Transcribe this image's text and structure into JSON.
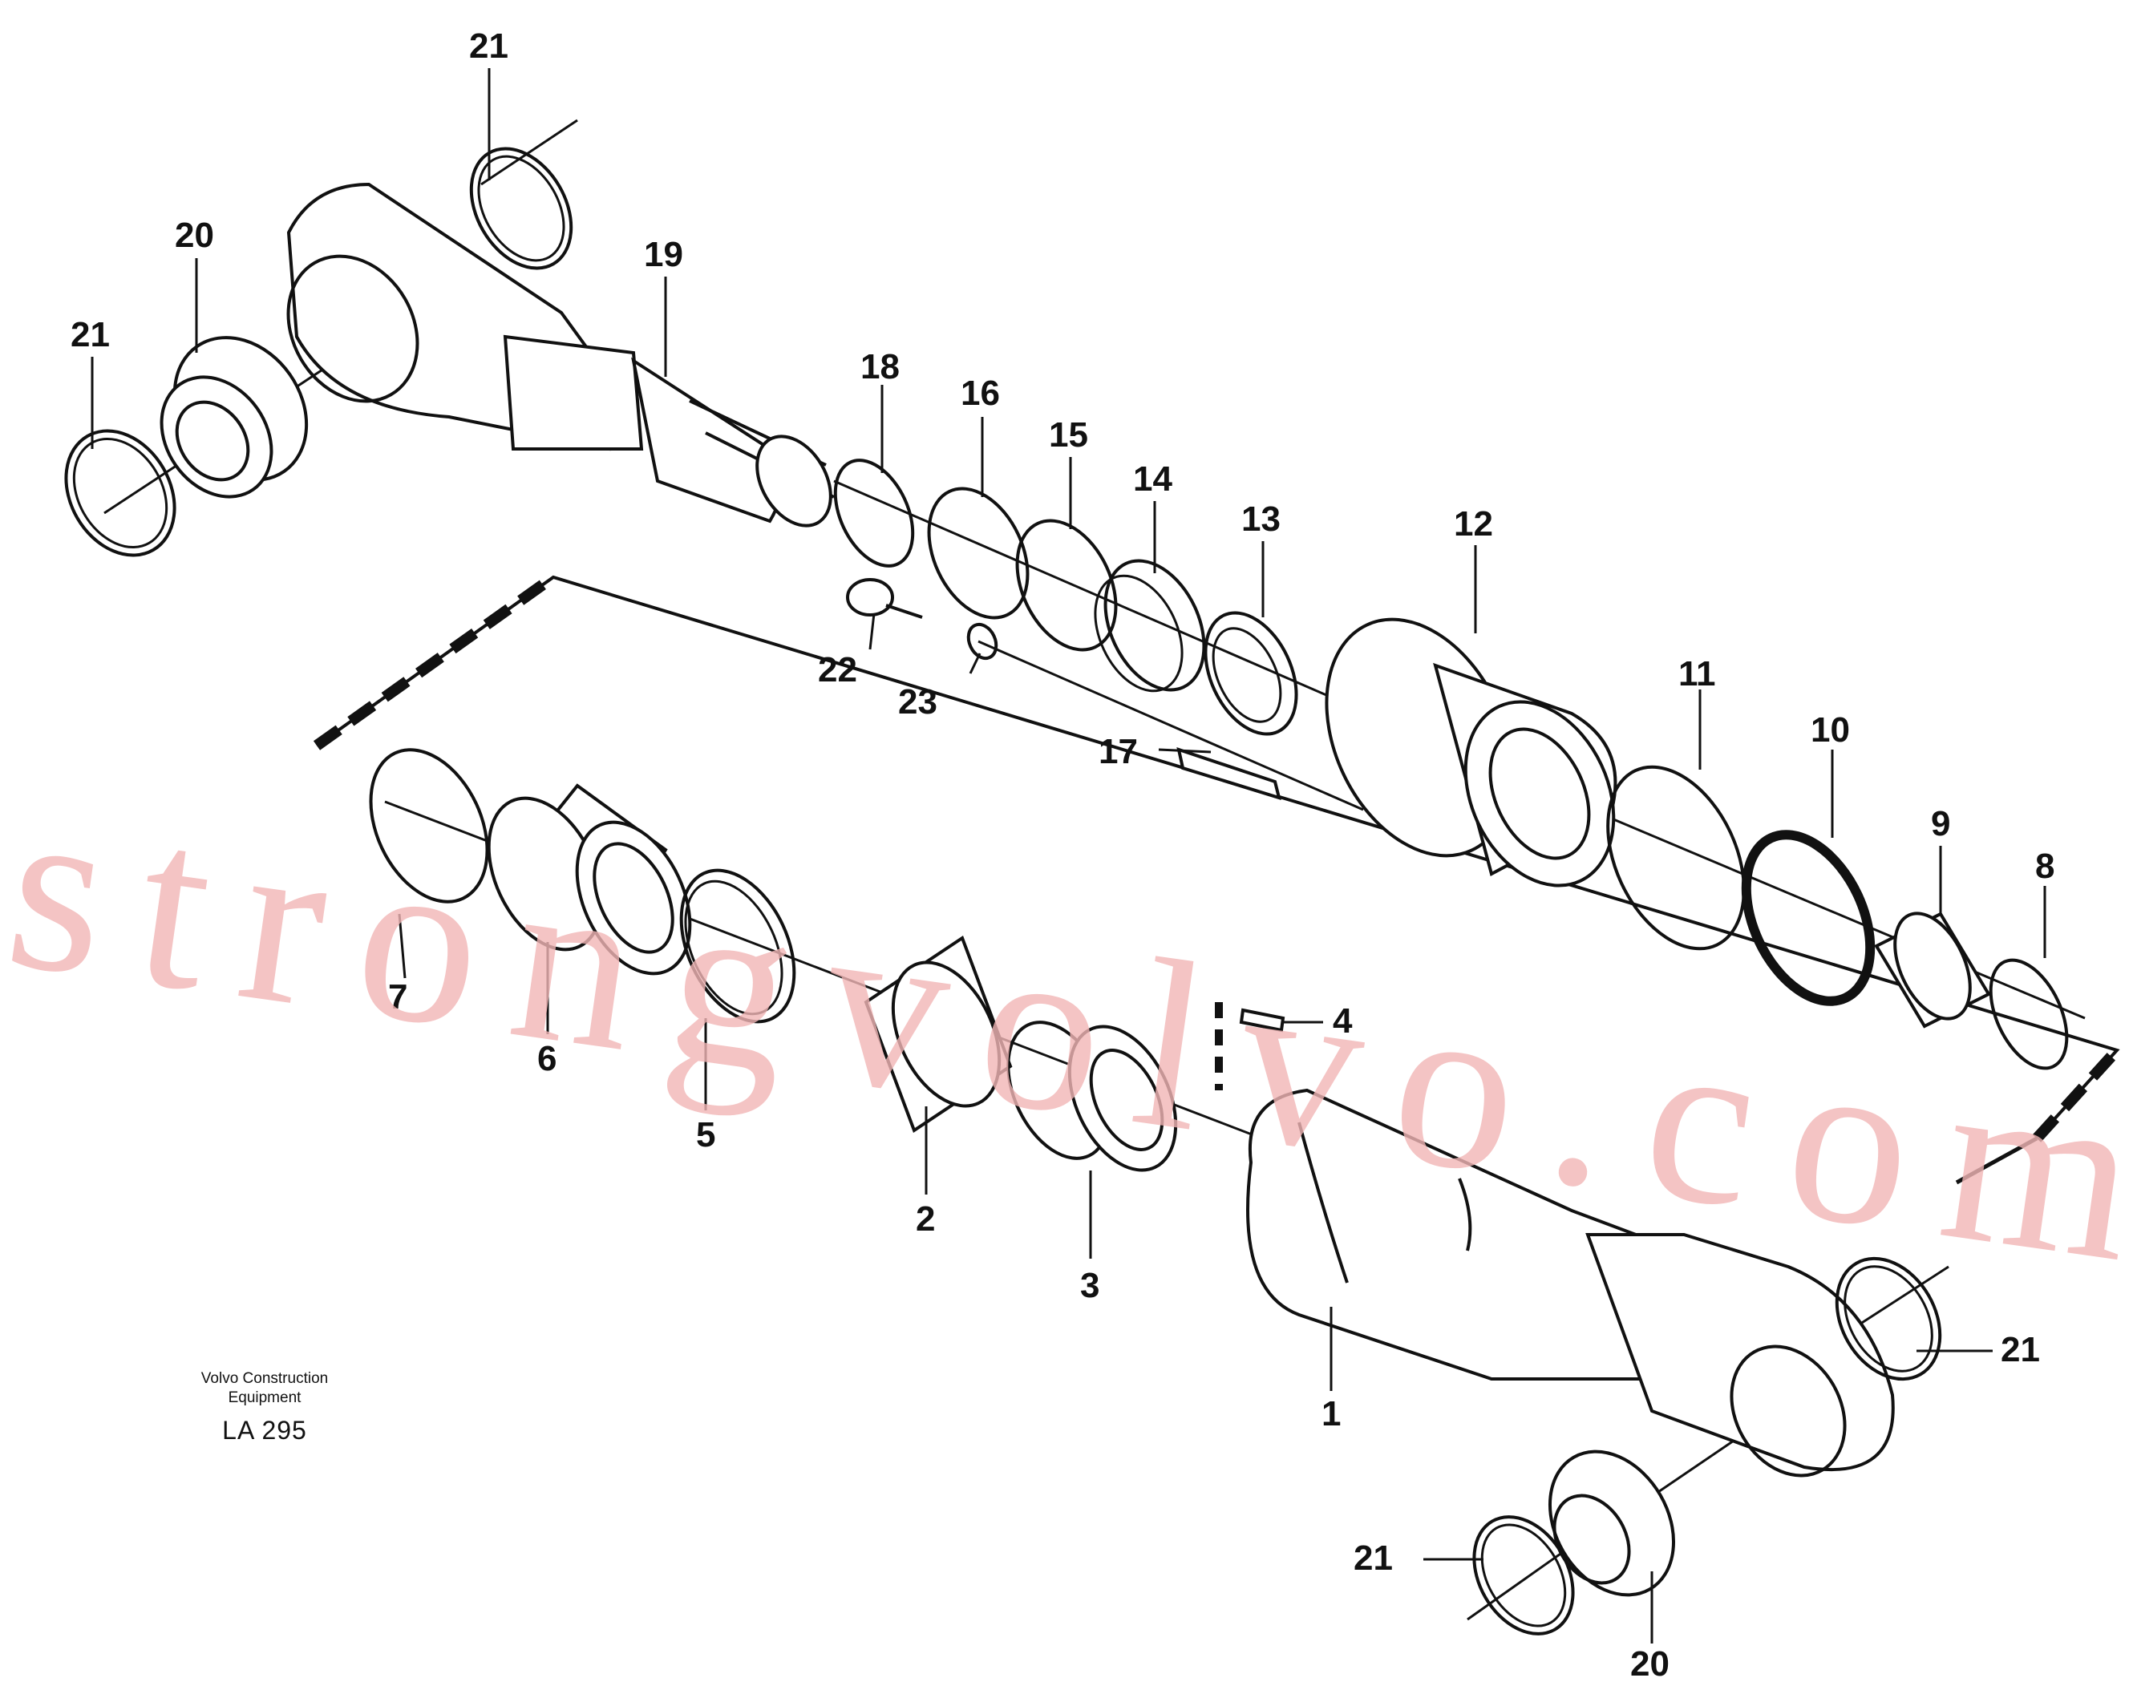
{
  "watermark": "strongvolvo.com",
  "footer": {
    "company_line1": "Volvo Construction",
    "company_line2": "Equipment",
    "drawing_code": "LA 295"
  },
  "callouts": {
    "c1": "1",
    "c2": "2",
    "c3": "3",
    "c4": "4",
    "c5": "5",
    "c6": "6",
    "c7": "7",
    "c8": "8",
    "c9": "9",
    "c10": "10",
    "c11": "11",
    "c12": "12",
    "c13": "13",
    "c14": "14",
    "c15": "15",
    "c16": "16",
    "c17": "17",
    "c18": "18",
    "c19": "19",
    "c20a": "20",
    "c20b": "20",
    "c21a": "21",
    "c21b": "21",
    "c21c": "21",
    "c21d": "21",
    "c22": "22",
    "c23": "23"
  }
}
